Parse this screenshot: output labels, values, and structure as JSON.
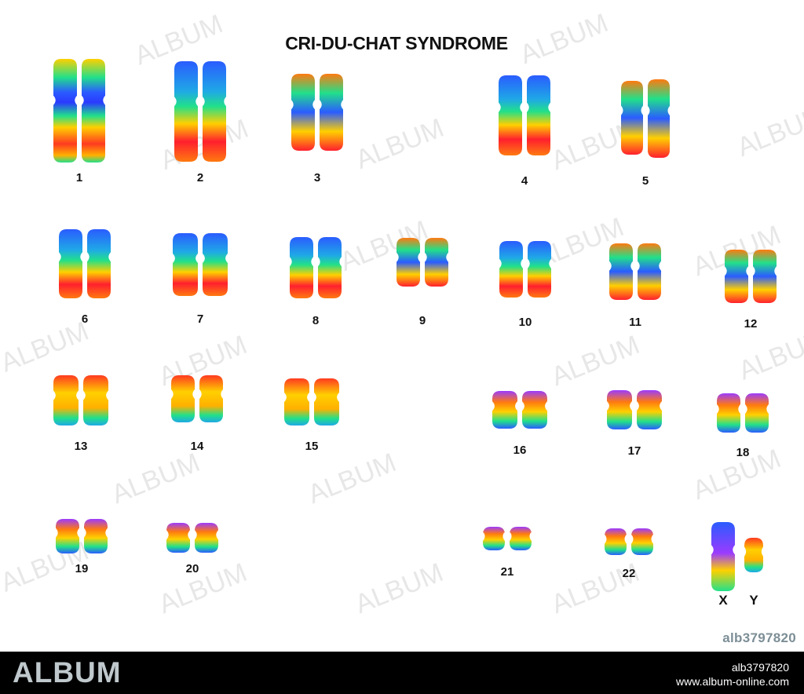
{
  "title": "CRI-DU-CHAT SYNDROME",
  "watermark": "ALBUM",
  "ref_id": "alb3797820",
  "footer": {
    "brand": "ALBUM",
    "id": "alb3797820",
    "url": "www.album-online.com"
  },
  "chromosomes": [
    {
      "label": "1",
      "shape": "large"
    },
    {
      "label": "2",
      "shape": "large"
    },
    {
      "label": "3",
      "shape": "large"
    },
    {
      "label": "4",
      "shape": "large"
    },
    {
      "label": "5",
      "shape": "large",
      "note": "one homologue with deleted short arm"
    },
    {
      "label": "6",
      "shape": "medium"
    },
    {
      "label": "7",
      "shape": "medium"
    },
    {
      "label": "8",
      "shape": "medium"
    },
    {
      "label": "9",
      "shape": "medium"
    },
    {
      "label": "10",
      "shape": "medium"
    },
    {
      "label": "11",
      "shape": "medium"
    },
    {
      "label": "12",
      "shape": "medium"
    },
    {
      "label": "13",
      "shape": "acrocentric"
    },
    {
      "label": "14",
      "shape": "acrocentric"
    },
    {
      "label": "15",
      "shape": "acrocentric"
    },
    {
      "label": "16",
      "shape": "small"
    },
    {
      "label": "17",
      "shape": "small"
    },
    {
      "label": "18",
      "shape": "small"
    },
    {
      "label": "19",
      "shape": "small"
    },
    {
      "label": "20",
      "shape": "small"
    },
    {
      "label": "21",
      "shape": "tiny"
    },
    {
      "label": "22",
      "shape": "tiny"
    },
    {
      "label": "X",
      "shape": "sex"
    },
    {
      "label": "Y",
      "shape": "sex"
    }
  ],
  "colors": {
    "spectrum": [
      "#2a5cff",
      "#1fa9e6",
      "#21e08a",
      "#c6e81c",
      "#ffd000",
      "#ff7a10",
      "#ff1f2e",
      "#9b3bff"
    ],
    "footer_bg": "#000000",
    "brand": "#bfc8cc",
    "ref_id": "#7c8e96"
  }
}
